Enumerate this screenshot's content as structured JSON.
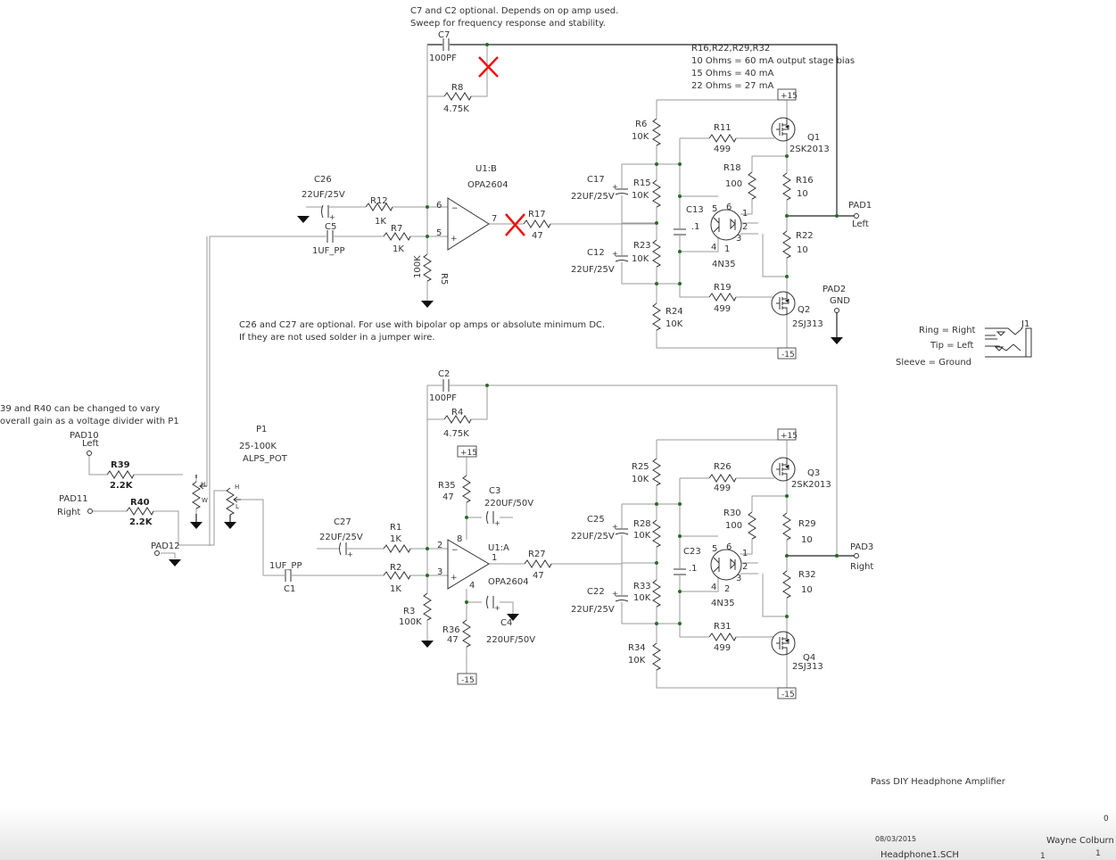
{
  "notes": {
    "c7c2": [
      "C7 and C2 optional. Depends on op amp used.",
      "Sweep for frequency response and stability."
    ],
    "bias": [
      "R16,R22,R29,R32",
      "10 Ohms = 60 mA output stage bias",
      "15 Ohms = 40 mA",
      "22 Ohms = 27 mA"
    ],
    "c26c27": [
      "C26 and C27 are optional. For use with bipolar op amps or absolute minimum DC.",
      "If they are not used solder in a jumper wire."
    ],
    "r39r40": [
      "39 and R40 can be changed to vary",
      "overall gain as a voltage divider with P1"
    ]
  },
  "top": {
    "c7": "C7",
    "c7_val": "100PF",
    "r8": "R8",
    "r8_val": "4.75K",
    "c26": "C26",
    "c26_val": "22UF/25V",
    "r12": "R12",
    "r12_val": "1K",
    "c5": "C5",
    "c5_val": "1UF_PP",
    "r7": "R7",
    "r7_val": "1K",
    "r5": "R5",
    "r5_val": "100K",
    "u1b": "U1:B",
    "u1b_part": "OPA2604",
    "pin6": "6",
    "pin5": "5",
    "pin7": "7",
    "r17": "R17",
    "r17_val": "47"
  },
  "stage_top": {
    "ra": "R6",
    "ra_val": "10K",
    "ca": "C17",
    "ca_val": "22UF/25V",
    "rb": "R15",
    "rb_val": "10K",
    "cb": "C12",
    "cb_val": "22UF/25V",
    "rc": "R23",
    "rc_val": "10K",
    "rd": "R24",
    "rd_val": "10K",
    "re": "R11",
    "re_val": "499",
    "qa": "Q1",
    "qa_part": "2SK2013",
    "rf": "R18",
    "rf_val": "100",
    "rg": "R16",
    "rg_val": "10",
    "cc": "C13",
    "cc_val": ".1",
    "opto": "4N35",
    "opto_pins": [
      "5",
      "6",
      "1",
      "2",
      "3",
      "4",
      "1"
    ],
    "rh": "R22",
    "rh_val": "10",
    "ri": "R19",
    "ri_val": "499",
    "qb": "Q2",
    "qb_part": "2SJ313",
    "pad": "PAD1",
    "pad_label": "Left",
    "vpos": "+15",
    "vneg": "-15"
  },
  "pad2": {
    "name": "PAD2",
    "label": "GND"
  },
  "bottom": {
    "c2": "C2",
    "c2_val": "100PF",
    "r4": "R4",
    "r4_val": "4.75K",
    "vpos": "+15",
    "r35": "R35",
    "r35_val": "47",
    "c3": "C3",
    "c3_val": "220UF/50V",
    "c27": "C27",
    "c27_val": "22UF/25V",
    "r1": "R1",
    "r1_val": "1K",
    "r2": "R2",
    "r2_val": "1K",
    "c1": "C1",
    "c1_val": "1UF_PP",
    "r3": "R3",
    "r3_val": "100K",
    "r36": "R36",
    "r36_val": "47",
    "c4": "C4",
    "c4_val": "220UF/50V",
    "vneg": "-15",
    "u1a": "U1:A",
    "u1a_part": "OPA2604",
    "pin2": "2",
    "pin8": "8",
    "pin1": "1",
    "pin3": "3",
    "pin4": "4",
    "r27": "R27",
    "r27_val": "47"
  },
  "stage_bottom": {
    "ra": "R25",
    "ra_val": "10K",
    "ca": "C25",
    "ca_val": "22UF/25V",
    "rb": "R28",
    "rb_val": "10K",
    "cb": "C22",
    "cb_val": "22UF/25V",
    "rc": "R33",
    "rc_val": "10K",
    "rd": "R34",
    "rd_val": "10K",
    "re": "R26",
    "re_val": "499",
    "qa": "Q3",
    "qa_part": "2SK2013",
    "rf": "R30",
    "rf_val": "100",
    "rg": "R29",
    "rg_val": "10",
    "cc": "C23",
    "cc_val": ".1",
    "opto": "4N35",
    "opto_pins": [
      "5",
      "6",
      "1",
      "2",
      "3",
      "4",
      "2"
    ],
    "rh": "R32",
    "rh_val": "10",
    "ri": "R31",
    "ri_val": "499",
    "qb": "Q4",
    "qb_part": "2SJ313",
    "pad": "PAD3",
    "pad_label": "Right",
    "vpos": "+15",
    "vneg": "-15"
  },
  "input": {
    "pad10": "PAD10",
    "pad10_label": "Left",
    "r39": "R39",
    "r39_val": "2.2K",
    "pad11": "PAD11",
    "pad11_label": "Right",
    "r40": "R40",
    "r40_val": "2.2K",
    "pad12": "PAD12",
    "p1": "P1",
    "p1_val": "25-100K",
    "p1_part": "ALPS_POT",
    "pot_h": "H",
    "pot_w": "W",
    "pot_l": "L"
  },
  "jack": {
    "ring": "Ring = Right",
    "tip": "Tip = Left",
    "sleeve": "Sleeve = Ground",
    "ref": "J1"
  },
  "title_block": {
    "title": "Pass DIY Headphone Amplifier",
    "rev": "0",
    "date": "08/03/2015",
    "author": "Wayne Colburn",
    "file": "Headphone1.SCH",
    "sheet": "1",
    "of": "1"
  },
  "colors": {
    "wire": "#9a9a9a",
    "junction": "#2a6a2a",
    "strike": "#ee1111"
  }
}
